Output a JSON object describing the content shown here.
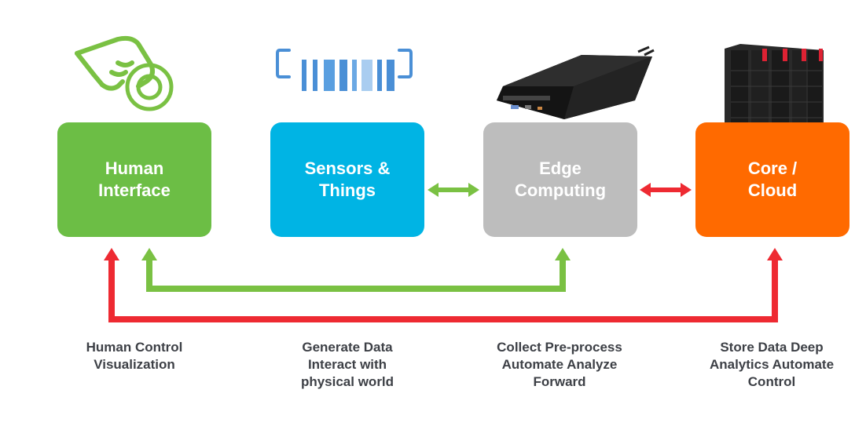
{
  "colors": {
    "human": "#6cbe45",
    "sensor": "#00b4e4",
    "edge": "#bdbdbd",
    "core": "#ff6a00",
    "green_arrow": "#7ac143",
    "red_arrow": "#ee2a32",
    "text": "#3d4046",
    "sensor_icon": "#4a8fd6"
  },
  "boxes": {
    "human": {
      "line1": "Human",
      "line2": "Interface"
    },
    "sensor": {
      "line1": "Sensors &",
      "line2": "Things"
    },
    "edge": {
      "line1": "Edge",
      "line2": "Computing"
    },
    "core": {
      "line1": "Core /",
      "line2": "Cloud"
    }
  },
  "descriptions": {
    "human": {
      "line1": "Human Control",
      "line2": "Visualization",
      "line3": ""
    },
    "sensor": {
      "line1": "Generate Data",
      "line2": "Interact with",
      "line3": "physical world"
    },
    "edge": {
      "line1": "Collect Pre-process",
      "line2": "Automate Analyze",
      "line3": "Forward"
    },
    "core": {
      "line1": "Store Data Deep",
      "line2": "Analytics Automate",
      "line3": "Control"
    }
  },
  "icons": {
    "human": "touch-hand-icon",
    "sensor": "barcode-sensor-icon",
    "edge": "edge-server-icon",
    "core": "server-rack-icon"
  }
}
